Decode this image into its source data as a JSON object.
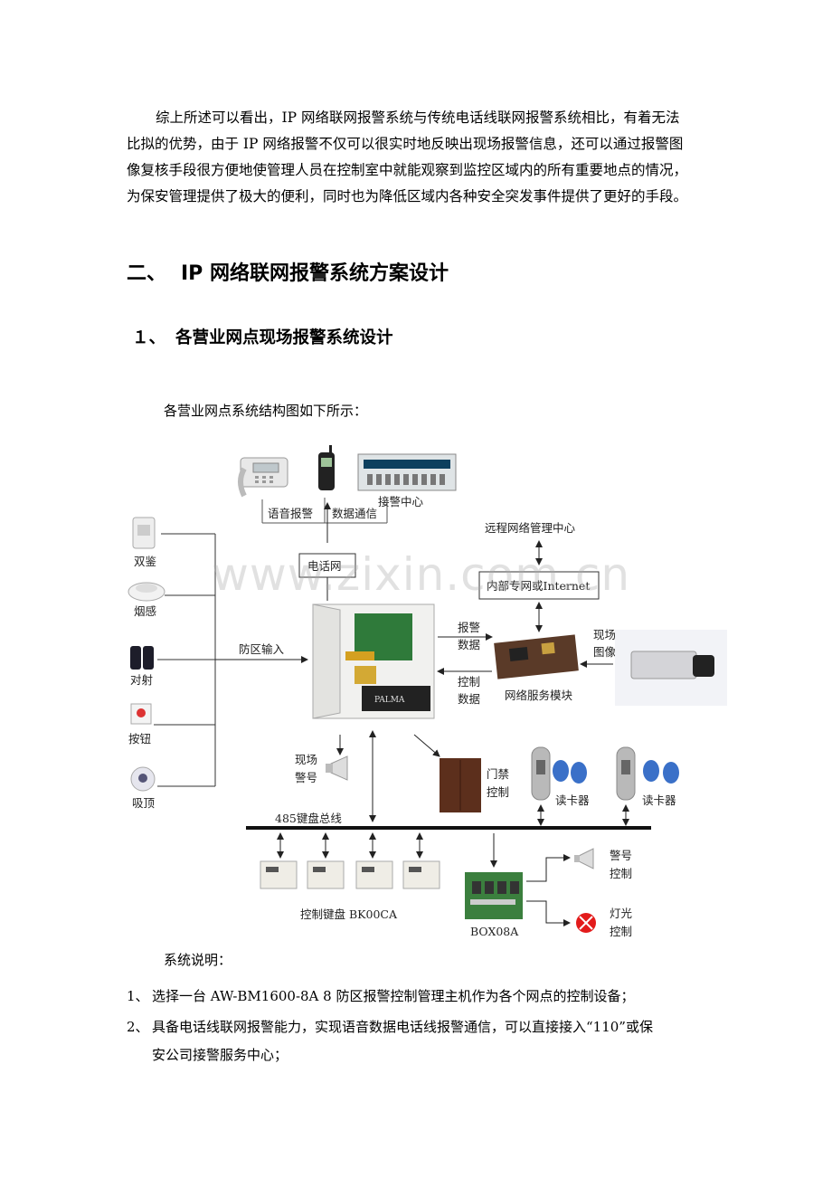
{
  "intro": {
    "lines": [
      "综上所述可以看出，IP 网络联网报警系统与传统电话线联网报警系统相比，有着无法",
      "比拟的优势，由于 IP 网络报警不仅可以很实时地反映出现场报警信息，还可以通过报警图",
      "像复核手段很方便地使管理人员在控制室中就能观察到监控区域内的所有重要地点的情况，",
      "为保安管理提供了极大的便利，同时也为降低区域内各种安全突发事件提供了更好的手段。"
    ]
  },
  "section": {
    "number": "二、",
    "title": "IP 网络联网报警系统方案设计"
  },
  "subsection": {
    "number": "１、",
    "title": "各营业网点现场报警系统设计"
  },
  "diagram_caption": "各营业网点系统结构图如下所示：",
  "watermark": "www.zixin.com.cn",
  "diagram": {
    "labels": {
      "voice_alarm": "语音报警",
      "data_comm": "数据通信",
      "alarm_center": "接警中心",
      "phone_network": "电话网",
      "remote_center": "远程网络管理中心",
      "intranet": "内部专网或Internet",
      "zone_input": "防区输入",
      "alarm_data_1": "报警",
      "alarm_data_2": "数据",
      "control_data_1": "控制",
      "control_data_2": "数据",
      "network_module": "网络服务模块",
      "scene_image_1": "现场",
      "scene_image_2": "图像",
      "double_detector": "双鉴",
      "smoke": "烟感",
      "beam": "对射",
      "button": "按钮",
      "ceiling": "吸顶",
      "siren_1": "现场",
      "siren_2": "警号",
      "door_1": "门禁",
      "door_2": "控制",
      "card_reader_1": "读卡器",
      "card_reader_2": "读卡器",
      "bus": "485键盘总线",
      "keypad": "控制键盘 BK00CA",
      "box": "BOX08A",
      "alarm_ctrl_1": "警号",
      "alarm_ctrl_2": "控制",
      "light_ctrl_1": "灯光",
      "light_ctrl_2": "控制",
      "panel_brand": "PALMA"
    }
  },
  "notes": {
    "title": "系统说明：",
    "items": [
      {
        "num": "1、",
        "text": "选择一台 AW-BM1600-8A 8 防区报警控制管理主机作为各个网点的控制设备；",
        "cont": ""
      },
      {
        "num": "2、",
        "text": "具备电话线联网报警能力，实现语音数据电话线报警通信，可以直接接入“110”或保",
        "cont": "安公司接警服务中心；"
      }
    ]
  }
}
